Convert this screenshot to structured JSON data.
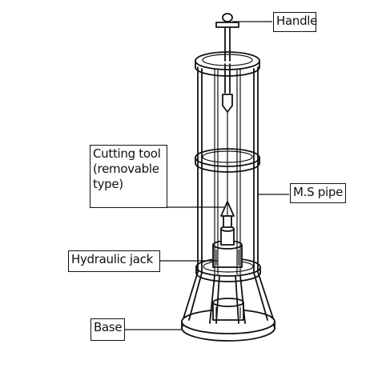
{
  "labels": {
    "handle": "Handle",
    "ms_pipe": "M.S pipe",
    "cutting_tool_line1": "Cutting tool",
    "cutting_tool_line2": "(removable",
    "cutting_tool_line3": "type)",
    "hydraulic_jack": "Hydraulic jack",
    "base": "Base"
  },
  "colors": {
    "ink": "#111111",
    "background": "#ffffff"
  }
}
